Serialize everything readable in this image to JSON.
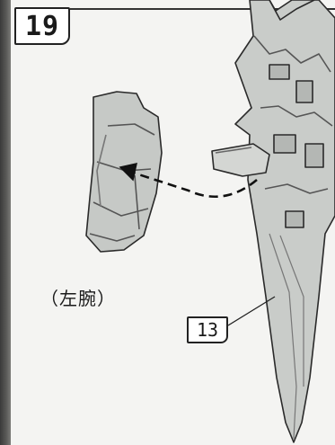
{
  "step": {
    "number": "19"
  },
  "labels": {
    "left_arm": "（左腕）",
    "part_number": "13"
  }
}
